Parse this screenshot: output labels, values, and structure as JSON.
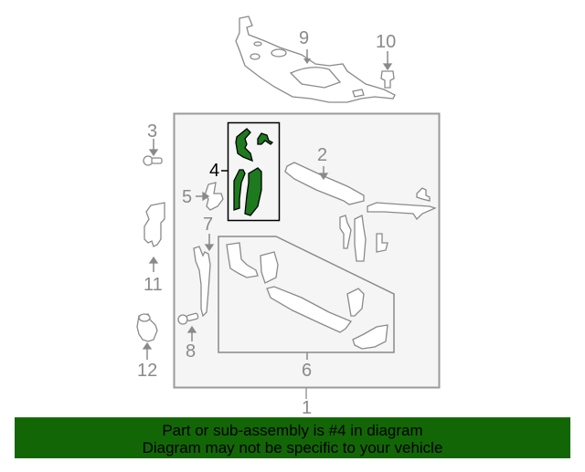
{
  "diagram": {
    "callouts": [
      {
        "id": "1",
        "label": "1"
      },
      {
        "id": "2",
        "label": "2"
      },
      {
        "id": "3",
        "label": "3"
      },
      {
        "id": "4",
        "label": "4"
      },
      {
        "id": "5",
        "label": "5"
      },
      {
        "id": "6",
        "label": "6"
      },
      {
        "id": "7",
        "label": "7"
      },
      {
        "id": "8",
        "label": "8"
      },
      {
        "id": "9",
        "label": "9"
      },
      {
        "id": "10",
        "label": "10"
      },
      {
        "id": "11",
        "label": "11"
      },
      {
        "id": "12",
        "label": "12"
      }
    ],
    "highlighted_part": "4",
    "colors": {
      "line": "#8a8a8a",
      "panel_bg": "#f5f5f5",
      "highlight_fill": "#1e7a1e",
      "highlight_stroke": "#000000",
      "banner_bg": "#136606"
    }
  },
  "banner": {
    "line1": "Part or sub-assembly is #4 in diagram",
    "line2": "Diagram may not be specific to your vehicle"
  }
}
